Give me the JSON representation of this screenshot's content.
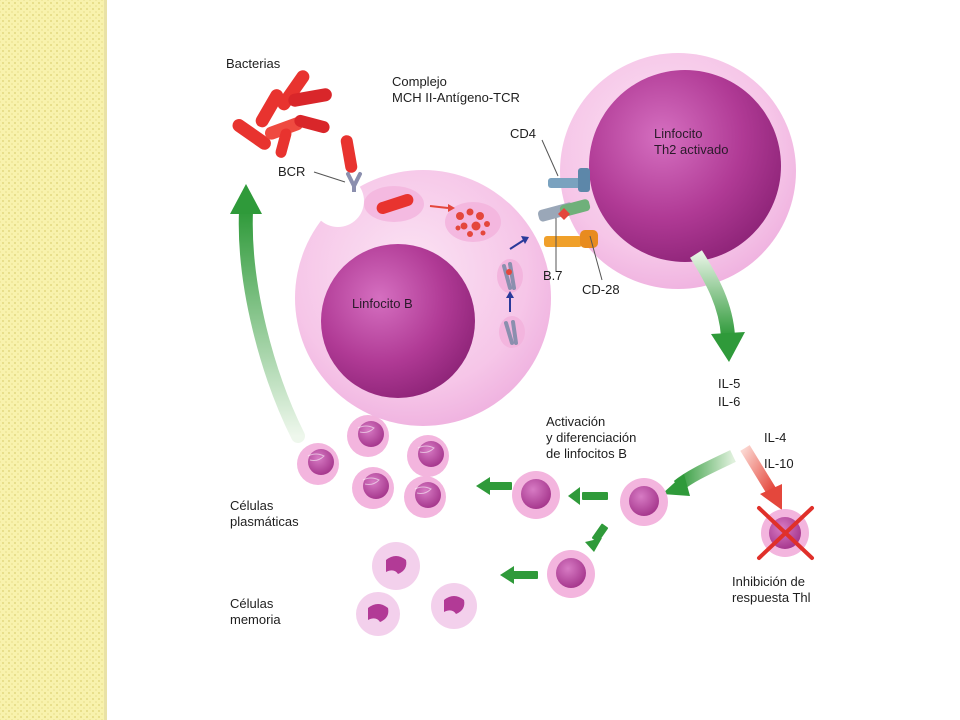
{
  "labels": {
    "bacterias": "Bacterias",
    "complejo_line1": "Complejo",
    "complejo_line2": "MCH II-Antígeno-TCR",
    "cd4": "CD4",
    "bcr": "BCR",
    "linfocito_th2_line1": "Linfocito",
    "linfocito_th2_line2": "Th2 activado",
    "b7": "B.7",
    "cd28": "CD-28",
    "linfocito_b": "Linfocito B",
    "il5": "IL-5",
    "il6": "IL-6",
    "il4": "IL-4",
    "il10": "IL-10",
    "activacion_line1": "Activación",
    "activacion_line2": "y diferenciación",
    "activacion_line3": "de linfocitos B",
    "plasmaticas_line1": "Células",
    "plasmaticas_line2": "plasmáticas",
    "memoria_line1": "Células",
    "memoria_line2": "memoria",
    "inhibicion_line1": "Inhibición de",
    "inhibicion_line2": "respuesta Thl"
  },
  "colors": {
    "cell_membrane": "#f6c9ea",
    "nucleus": "#b23a96",
    "bacteria": "#e8332f",
    "green_arrow": "#2f9a3a",
    "red_arrow": "#e4473c",
    "inhibition_cross": "#e0302a",
    "side_strip": "#f8f2ad"
  }
}
